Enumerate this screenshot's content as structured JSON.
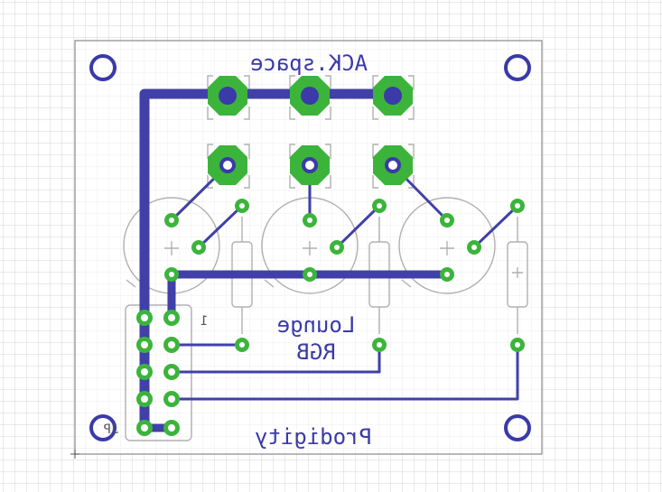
{
  "board": {
    "title_text": "ACK.space",
    "label_line1": "Lounge",
    "label_line2": "RGB",
    "author_text": "Prodigity",
    "connector_pin1_label": "1",
    "connector_name": "JP",
    "colors": {
      "background": "#ffffff",
      "grid": "#d4d4d4",
      "outline": "#8a8a8a",
      "trace": "#4040a8",
      "pad": "#3cb43c",
      "pad_hole": "#ffffff",
      "silkscreen": "#b0b0b0"
    },
    "components": {
      "mounting_holes": 4,
      "large_pads": 6,
      "transistors": 3,
      "resistors": 3,
      "header_pins": 10
    }
  }
}
